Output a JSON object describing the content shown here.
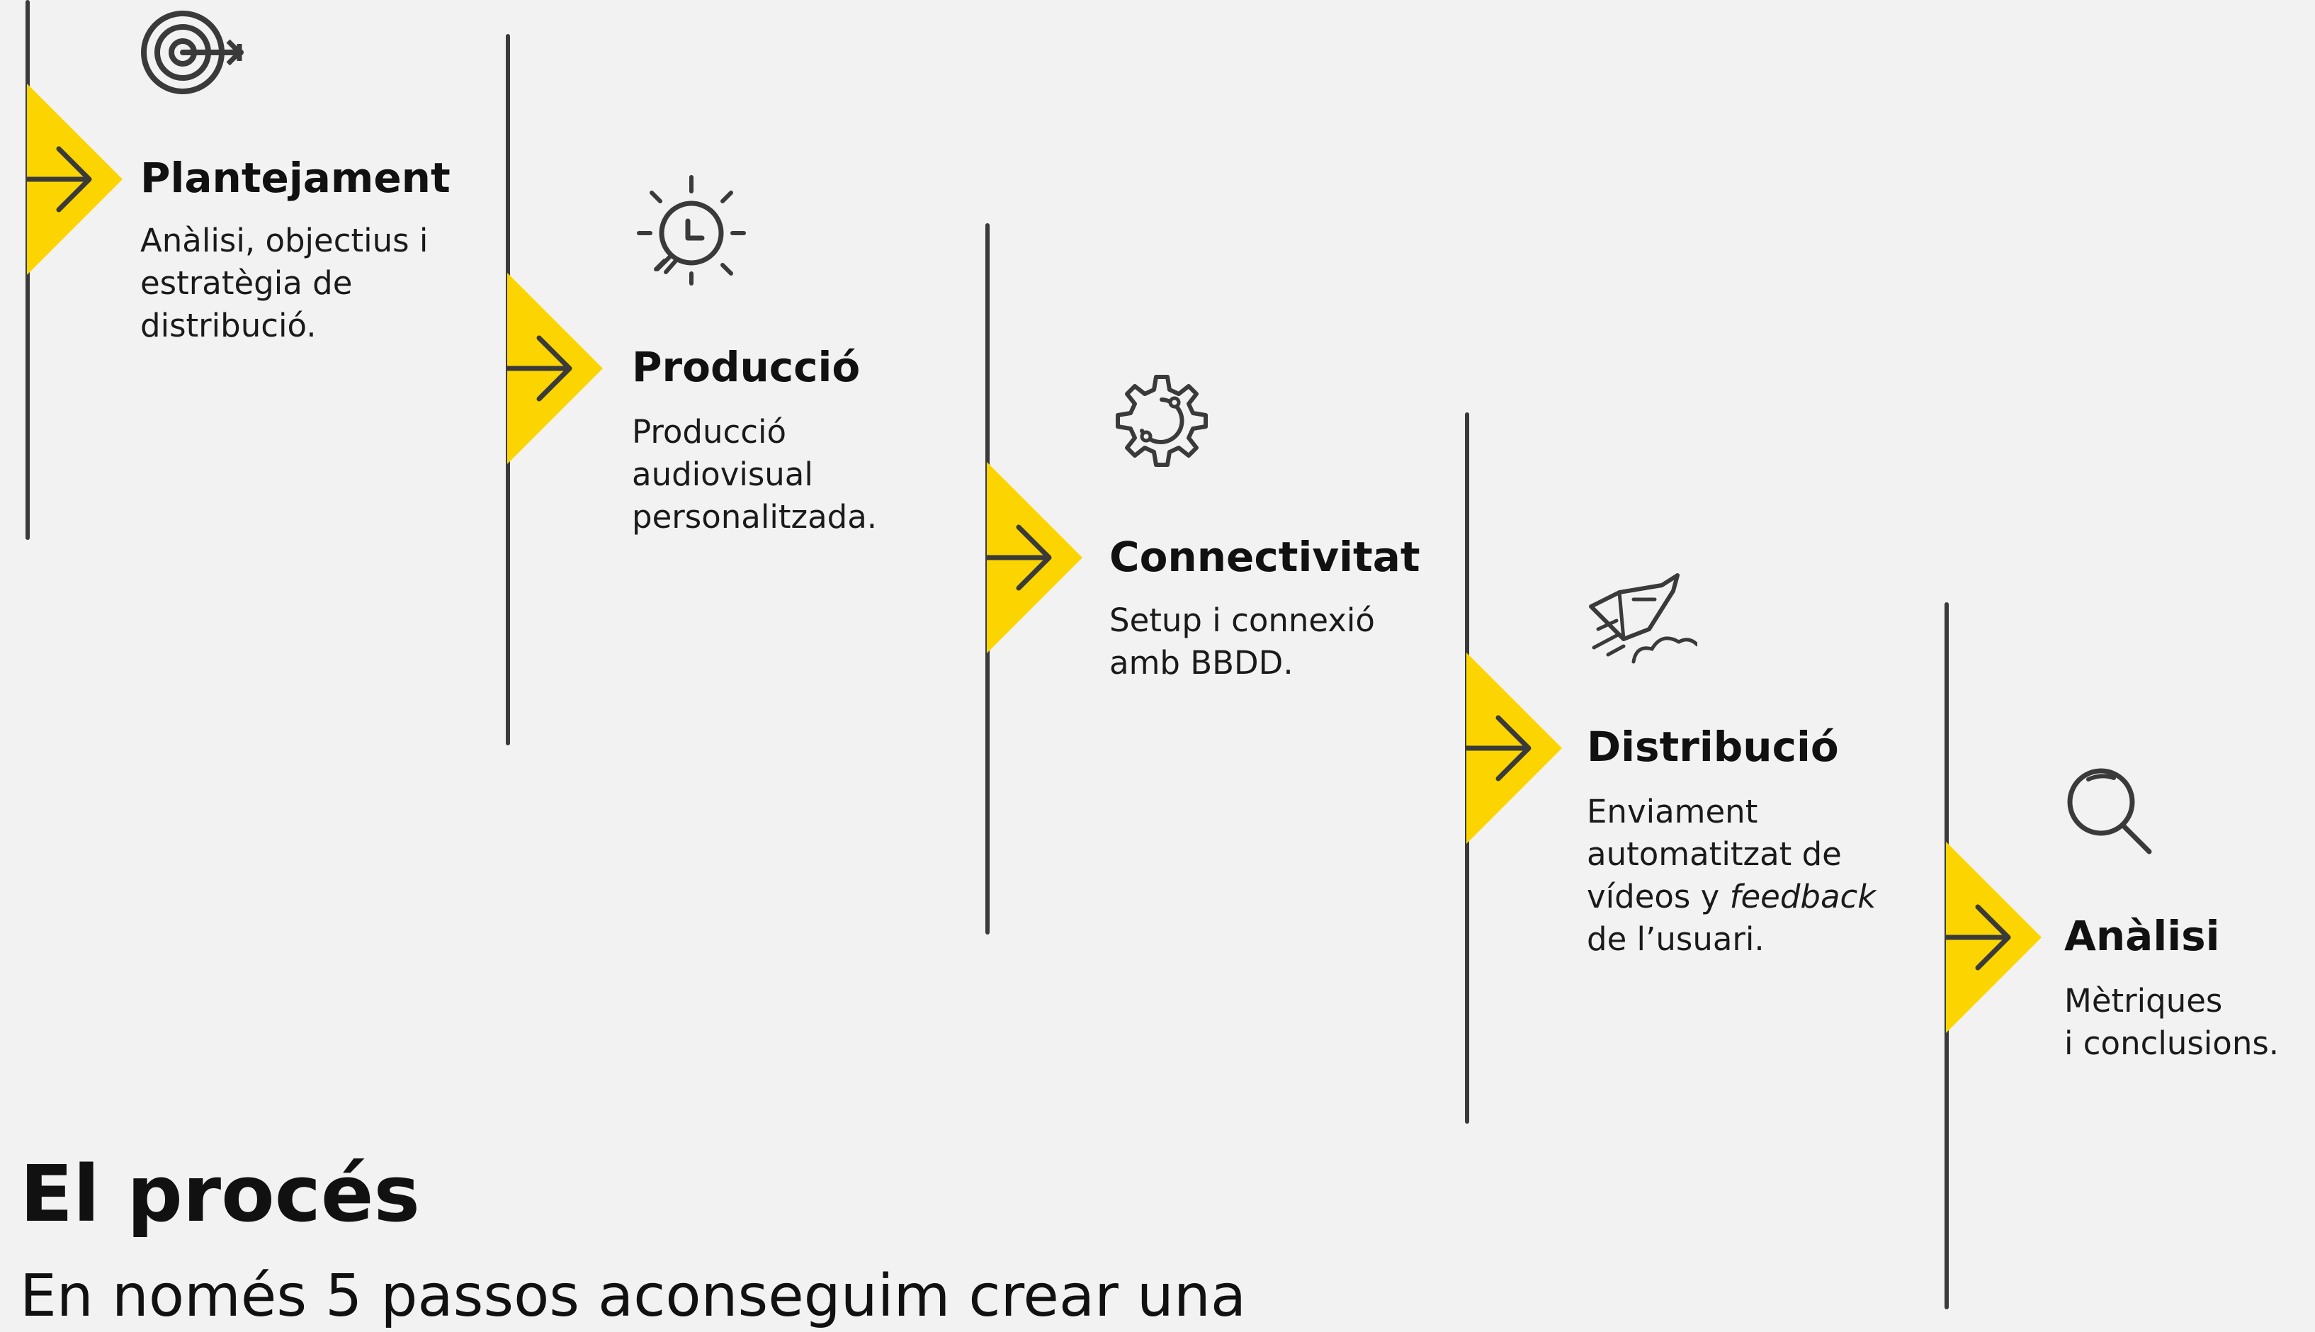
{
  "steps": [
    {
      "title": "Plantejament",
      "lines": [
        "Anàlisi, objectius i",
        "estratègia de",
        "distribució."
      ],
      "icon": "target-icon"
    },
    {
      "title": "Producció",
      "lines": [
        "Producció",
        "audiovisual",
        "personalitzada."
      ],
      "icon": "lightbulb-icon"
    },
    {
      "title": "Connectivitat",
      "lines": [
        "Setup i connexió",
        "amb BBDD."
      ],
      "icon": "gear-icon"
    },
    {
      "title": "Distribució",
      "lines": [
        "Enviament",
        "automatitzat de",
        "vídeos y ",
        "de l’usuari."
      ],
      "emphasis": "feedback",
      "icon": "rocket-icon"
    },
    {
      "title": "Anàlisi",
      "lines": [
        "Mètriques",
        "i conclusions."
      ],
      "icon": "magnifier-icon"
    }
  ],
  "section": {
    "title": "El procés",
    "subtitle": "En només 5 passos aconseguim crear una"
  },
  "colors": {
    "background": "#f2f2f2",
    "accent": "#fcd500",
    "line": "#3a3a3a",
    "text": "#111111"
  }
}
